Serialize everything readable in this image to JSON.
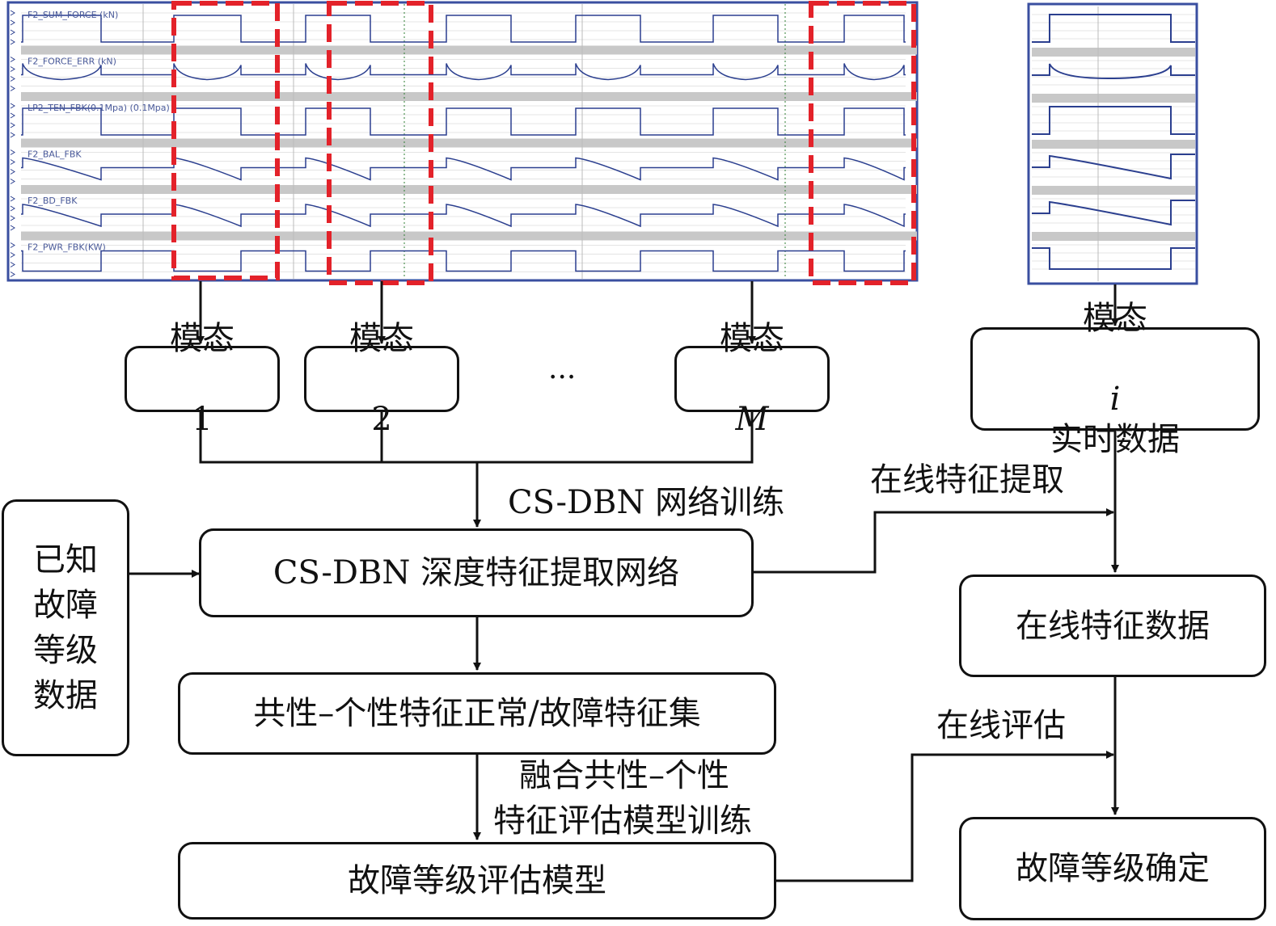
{
  "signal_panel": {
    "signals": [
      "F2_SUM_FORCE (kN)",
      "F2_FORCE_ERR (kN)",
      "LP2_TEN_FBK(0.1Mpa) (0.1Mpa)",
      "F2_BAL_FBK",
      "F2_BD_FBK",
      "F2_PWR_FBK(KW)"
    ],
    "colors": {
      "trace": "#2b3f8f",
      "band": "#c8c8c8",
      "frame": "#3a4fa0",
      "highlight": "#e3222a"
    }
  },
  "modes": {
    "mode1": {
      "label": "模态",
      "index": "1"
    },
    "mode2": {
      "label": "模态",
      "index": "2"
    },
    "ellipsis": "···",
    "modeM": {
      "label": "模态",
      "index": "M"
    }
  },
  "realtime": {
    "line1_label": "模态",
    "line1_index": "i",
    "line2": "实时数据"
  },
  "known_fault": {
    "lines": [
      "已知",
      "故障",
      "等级",
      "数据"
    ]
  },
  "training": {
    "network_training_label": "CS-DBN 网络训练",
    "network_box": "CS-DBN 深度特征提取网络",
    "feature_set_box": "共性–个性特征正常/故障特征集",
    "model_training_label_line1": "融合共性–个性",
    "model_training_label_line2": "特征评估模型训练",
    "eval_model_box": "故障等级评估模型"
  },
  "online": {
    "feature_extraction_label": "在线特征提取",
    "feature_data_box": "在线特征数据",
    "evaluation_label": "在线评估",
    "result_box": "故障等级确定"
  }
}
